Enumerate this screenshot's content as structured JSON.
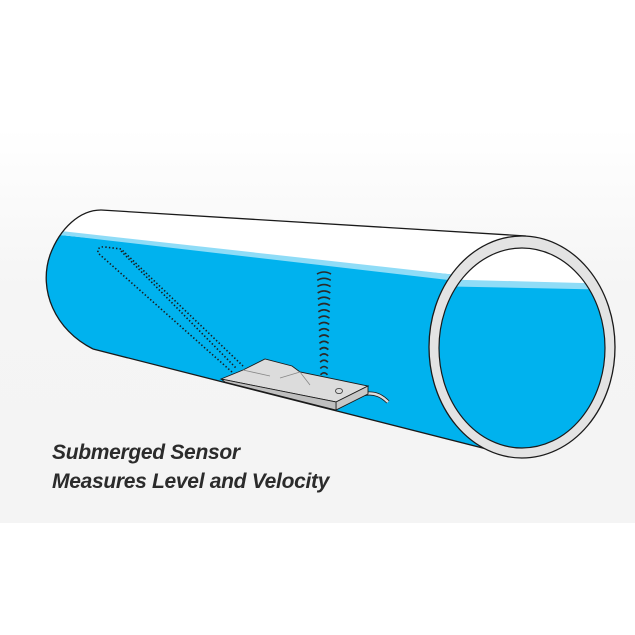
{
  "caption": {
    "line1": "Submerged Sensor",
    "line2": "Measures Level and Velocity"
  },
  "colors": {
    "water": "#00b2ee",
    "water_highlight": "#8fdcf7",
    "pipe_rim": "#e3e3e3",
    "sensor": "#dcdcdc",
    "outline": "#1a1a1a"
  },
  "icons": [
    "pipe-illustration",
    "sensor-icon",
    "ultrasonic-wave-icon",
    "velocity-beam-icon"
  ]
}
